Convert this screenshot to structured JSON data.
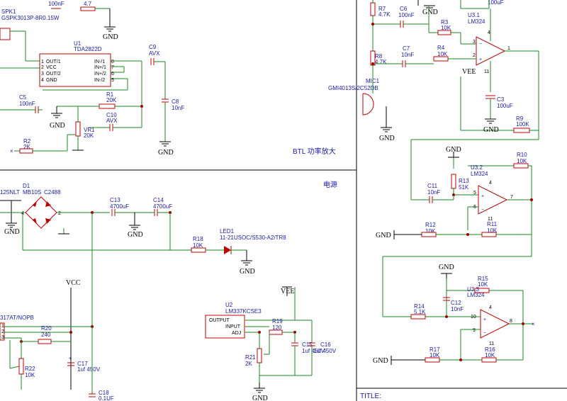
{
  "sections": {
    "btl_title": "BTL 功率放大",
    "power_title": "电源",
    "title_block_label": "TITLE:"
  },
  "rails": {
    "gnd": "GND",
    "vcc": "VCC",
    "vee": "VEE"
  },
  "components": {
    "spk1": {
      "ref": "SPK1",
      "value": "GSPK3013P-8R0.15W"
    },
    "top_cap": {
      "value": "100nF"
    },
    "top_res": {
      "value": "4.7"
    },
    "u1": {
      "ref": "U1",
      "value": "TDA2822D",
      "pins_left": [
        "OUT/1",
        "VCC",
        "OUT/2",
        "GND"
      ],
      "pins_right": [
        "IN-/1",
        "IN+/1",
        "IN+/2",
        "IN-/2"
      ],
      "pin_numbers_left": [
        "1",
        "2",
        "3",
        "4"
      ],
      "pin_numbers_right": [
        "8",
        "7",
        "6",
        "5"
      ]
    },
    "c9": {
      "ref": "C9",
      "value": "AVX"
    },
    "c5": {
      "ref": "C5",
      "value": "100nF"
    },
    "r1": {
      "ref": "R1",
      "value": "20K"
    },
    "c8": {
      "ref": "C8",
      "value": "10nF"
    },
    "c10": {
      "ref": "C10",
      "value": "AVX"
    },
    "vr1": {
      "ref": "VR1",
      "value": "20K"
    },
    "r2": {
      "ref": "R2",
      "value": "2K"
    },
    "d1": {
      "ref": "D1",
      "value": "MB10S",
      "pin_left": "4",
      "pin_right": "2"
    },
    "c2488": {
      "ref": "C2488"
    },
    "t125": {
      "value": "125NLT"
    },
    "c13": {
      "ref": "C13",
      "value": "4700uF"
    },
    "c14": {
      "ref": "C14",
      "value": "4700uF"
    },
    "led1": {
      "ref": "LED1",
      "value": "11-21USOC/S530-A2/TR8"
    },
    "r18": {
      "ref": "R18",
      "value": "10K"
    },
    "u_317": {
      "value": "317AT/NOPB",
      "pins": [
        "1",
        "2",
        "3"
      ]
    },
    "r20": {
      "ref": "R20",
      "value": "240"
    },
    "r22": {
      "ref": "R22",
      "value": "10K"
    },
    "c17": {
      "ref": "C17",
      "value": "1uf 450V"
    },
    "c18": {
      "ref": "C18",
      "value": "0.1UF"
    },
    "u2": {
      "ref": "U2",
      "value": "LM337KCSE3",
      "pin_output": "OUTPUT",
      "pin_input": "INPUT",
      "pin_adj": "ADJ"
    },
    "r19": {
      "ref": "R19",
      "value": "120"
    },
    "r21": {
      "ref": "R21",
      "value": "2K"
    },
    "c15": {
      "ref": "C15",
      "value": "1uf 450V"
    },
    "c16": {
      "ref": "C16",
      "value": "1uf 450V"
    },
    "r7": {
      "ref": "R7",
      "value": "4.7K"
    },
    "c6": {
      "ref": "C6",
      "value": "100nF"
    },
    "r3": {
      "ref": "R3",
      "value": "10K"
    },
    "u3_1": {
      "ref": "U3.1",
      "value": "LM324"
    },
    "r8": {
      "ref": "R8",
      "value": "4.7K"
    },
    "c7": {
      "ref": "C7",
      "value": "10nF"
    },
    "r4": {
      "ref": "R4",
      "value": "10K"
    },
    "mic1": {
      "ref": "MIC1",
      "value": "GMI4013S/2C52DB"
    },
    "c3": {
      "ref": "C3",
      "value": "100uF"
    },
    "top_right_cap": {
      "value": "100uF"
    },
    "r9": {
      "ref": "R9",
      "value": "100K"
    },
    "r10": {
      "ref": "R10",
      "value": "10K"
    },
    "u3_2": {
      "ref": "U3.2",
      "value": "LM324"
    },
    "r13": {
      "ref": "R13",
      "value": "51K"
    },
    "c11": {
      "ref": "C11",
      "value": "10nF"
    },
    "r12": {
      "ref": "R12",
      "value": "10K"
    },
    "r11": {
      "ref": "R11",
      "value": "10K"
    },
    "r15": {
      "ref": "R15",
      "value": "10K"
    },
    "u3_3": {
      "ref": "U3.3",
      "value": "LM324"
    },
    "r14": {
      "ref": "R14",
      "value": "5.1K"
    },
    "c12": {
      "ref": "C12",
      "value": "10nF"
    },
    "r17": {
      "ref": "R17",
      "value": "10K"
    },
    "r16": {
      "ref": "R16",
      "value": "10K"
    }
  },
  "opamp_pins": {
    "u3_1": {
      "plus": "3",
      "minus": "2",
      "out": "1",
      "vplus": "4",
      "vminus": "11"
    },
    "u3_2": {
      "plus": "5",
      "minus": "6",
      "out": "7",
      "vplus": "4",
      "vminus": "11"
    },
    "u3_3": {
      "plus": "10",
      "minus": "9",
      "out": "8",
      "vplus": "4",
      "vminus": "11"
    }
  }
}
